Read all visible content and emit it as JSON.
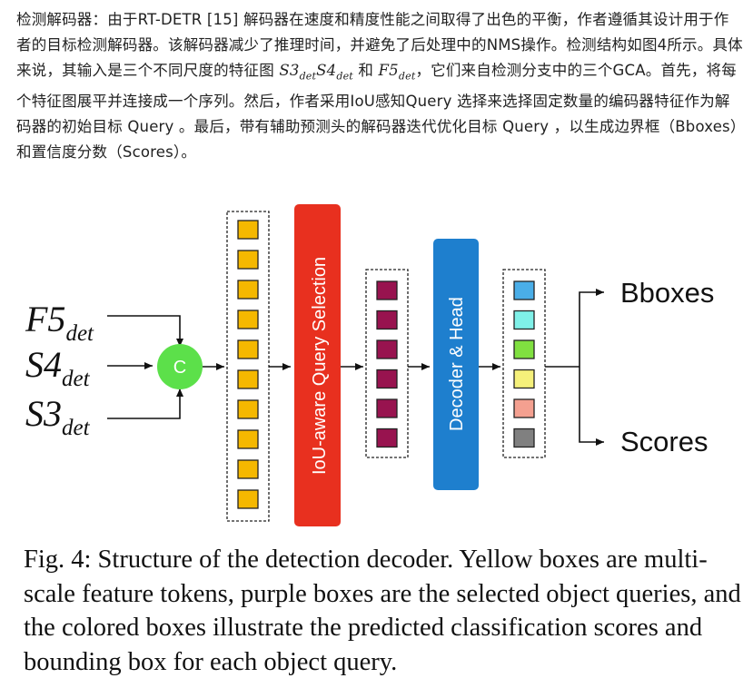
{
  "paragraph": {
    "text_a": "检测解码器：由于RT-DETR [15] 解码器在速度和精度性能之间取得了出色的平衡，作者遵循其设计用于作者的目标检测解码器。该解码器减少了推理时间，并避免了后处理中的NMS操作。检测结构如图4所示。具体来说，其输入是三个不同尺度的特征图 ",
    "math_s3": "S3",
    "math_s4": "S4",
    "math_f5": "F5",
    "sub_det": "det",
    "text_and": " 和 ",
    "text_b": "，它们来自检测分支中的三个GCA。首先，将每个特征图展平并连接成一个序列。然后，作者采用IoU感知Query 选择来选择固定数量的编码器特征作为解码器的初始目标 Query 。最后，带有辅助预测头的解码器迭代优化目标 Query ，以生成边界框（Bboxes）和置信度分数（Scores）。"
  },
  "diagram": {
    "inputs": [
      {
        "base": "F5",
        "sub": "det"
      },
      {
        "base": "S4",
        "sub": "det"
      },
      {
        "base": "S3",
        "sub": "det"
      }
    ],
    "concat_label": "C",
    "query_selection_label": "IoU-aware Query Selection",
    "decoder_label": "Decoder & Head",
    "outputs": [
      "Bboxes",
      "Scores"
    ],
    "feature_token_count": 10,
    "query_count": 6,
    "colors": {
      "concat": "#5ce04a",
      "query_selection": "#e8301f",
      "decoder": "#1e7fce",
      "feature_token": "#f5b800",
      "query": "#98134f",
      "predictions": [
        "#4aaee8",
        "#7ff0e8",
        "#80e040",
        "#f5f07a",
        "#f4a090",
        "#808080"
      ]
    }
  },
  "caption": {
    "text": "Fig. 4: Structure of the detection decoder. Yellow boxes are multi-scale feature tokens, purple boxes are the selected object queries, and the colored boxes illustrate the predicted classification scores and bounding box for each object query."
  }
}
